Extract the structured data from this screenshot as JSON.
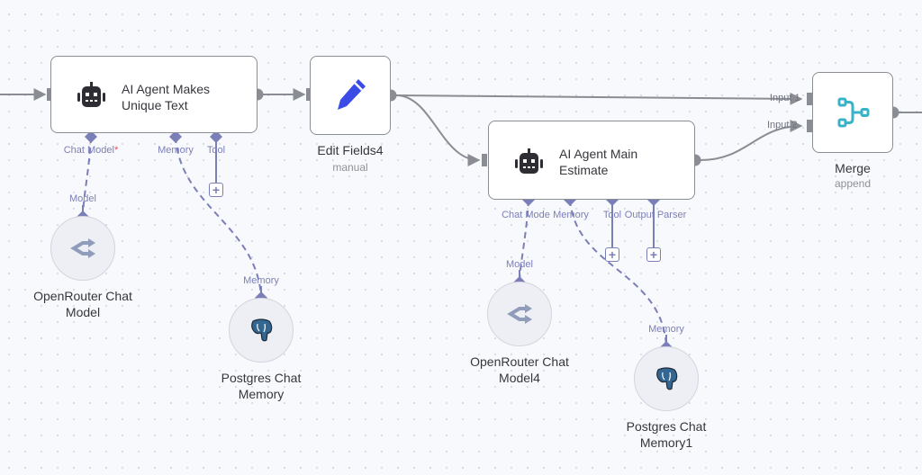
{
  "canvas": {
    "background": "#f8f9fc",
    "edge_color": "#8a8d94",
    "sub_edge_color": "#7b7fb8"
  },
  "nodes": {
    "agent1": {
      "title_line1": "AI Agent Makes",
      "title_line2": "Unique Text",
      "icon": "robot-icon",
      "ports": {
        "chat_model": "Chat Model",
        "required_mark": "*",
        "memory": "Memory",
        "tool": "Tool"
      }
    },
    "edit_fields": {
      "title": "Edit Fields4",
      "subtitle": "manual",
      "icon": "pencil-icon",
      "icon_color": "#3b4ce6"
    },
    "agent2": {
      "title_line1": "AI Agent Main",
      "title_line2": "Estimate",
      "icon": "robot-icon",
      "ports": {
        "chat_model": "Chat Mode",
        "memory": "Memory",
        "tool": "Tool",
        "output_parser": "Output Parser"
      }
    },
    "merge": {
      "title": "Merge",
      "subtitle": "append",
      "icon": "merge-icon",
      "icon_color": "#39b4c7",
      "inputs": [
        "Input 1",
        "Input 2"
      ]
    },
    "openrouter1": {
      "title_line1": "OpenRouter Chat",
      "title_line2": "Model",
      "port": "Model",
      "icon": "openrouter-icon"
    },
    "postgres1": {
      "title_line1": "Postgres Chat",
      "title_line2": "Memory",
      "port": "Memory",
      "icon": "postgres-elephant-icon"
    },
    "openrouter2": {
      "title_line1": "OpenRouter Chat",
      "title_line2": "Model4",
      "port": "Model",
      "icon": "openrouter-icon"
    },
    "postgres2": {
      "title_line1": "Postgres Chat",
      "title_line2": "Memory1",
      "port": "Memory",
      "icon": "postgres-elephant-icon"
    }
  },
  "add_button_glyph": "+"
}
